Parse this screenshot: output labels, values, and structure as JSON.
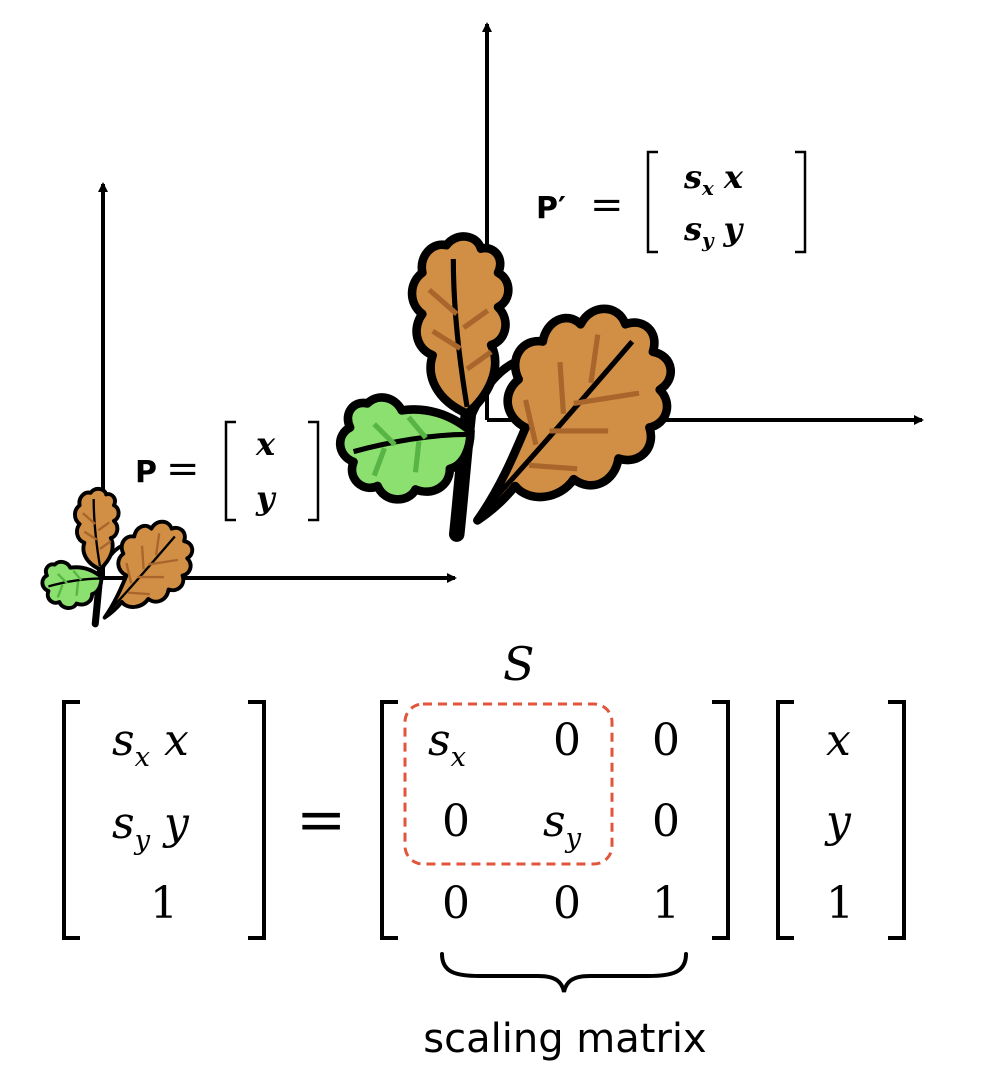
{
  "labels": {
    "original_point": "P",
    "scaled_point": "P′",
    "equals": "=",
    "matrix_symbol": "S",
    "brace_caption": "scaling matrix"
  },
  "symbols": {
    "x": "x",
    "y": "y",
    "s": "s",
    "sub_x": "x",
    "sub_y": "y",
    "zero": "0",
    "one": "1"
  },
  "colors": {
    "leaf_brown": "#d18f45",
    "leaf_dark_brown": "#a8652c",
    "leaf_green": "#8be06f",
    "outline": "#000000",
    "highlight_dashed": "#e2553b"
  }
}
